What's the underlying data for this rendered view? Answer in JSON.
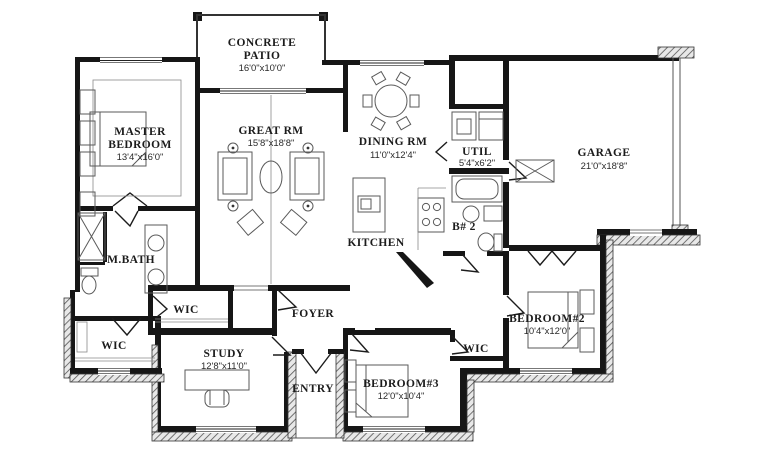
{
  "rooms": {
    "patio": {
      "line1": "CONCRETE",
      "line2": "PATIO",
      "dims": "16'0\"x10'0\""
    },
    "master": {
      "line1": "MASTER",
      "line2": "BEDROOM",
      "dims": "13'4\"x16'0\""
    },
    "great": {
      "name": "GREAT RM",
      "dims": "15'8\"x18'8\""
    },
    "dining": {
      "name": "DINING RM",
      "dims": "11'0\"x12'4\""
    },
    "util": {
      "name": "UTIL",
      "dims": "5'4\"x6'2\""
    },
    "garage": {
      "name": "GARAGE",
      "dims": "21'0\"x18'8\""
    },
    "mbath": {
      "name": "M.BATH"
    },
    "kitchen": {
      "name": "KITCHEN"
    },
    "bath2": {
      "name": "B# 2"
    },
    "wic_master": {
      "name": "WIC"
    },
    "wic_left": {
      "name": "WIC"
    },
    "foyer": {
      "name": "FOYER"
    },
    "study": {
      "name": "STUDY",
      "dims": "12'8\"x11'0\""
    },
    "entry": {
      "name": "ENTRY"
    },
    "bedroom3": {
      "name": "BEDROOM#3",
      "dims": "12'0\"x10'4\""
    },
    "wic_bed3": {
      "name": "WIC"
    },
    "bedroom2": {
      "name": "BEDROOM#2",
      "dims": "10'4\"x12'0\""
    }
  },
  "colors": {
    "wall": "#161616",
    "paper": "#ffffff",
    "furniture": "#5a5a5a"
  }
}
